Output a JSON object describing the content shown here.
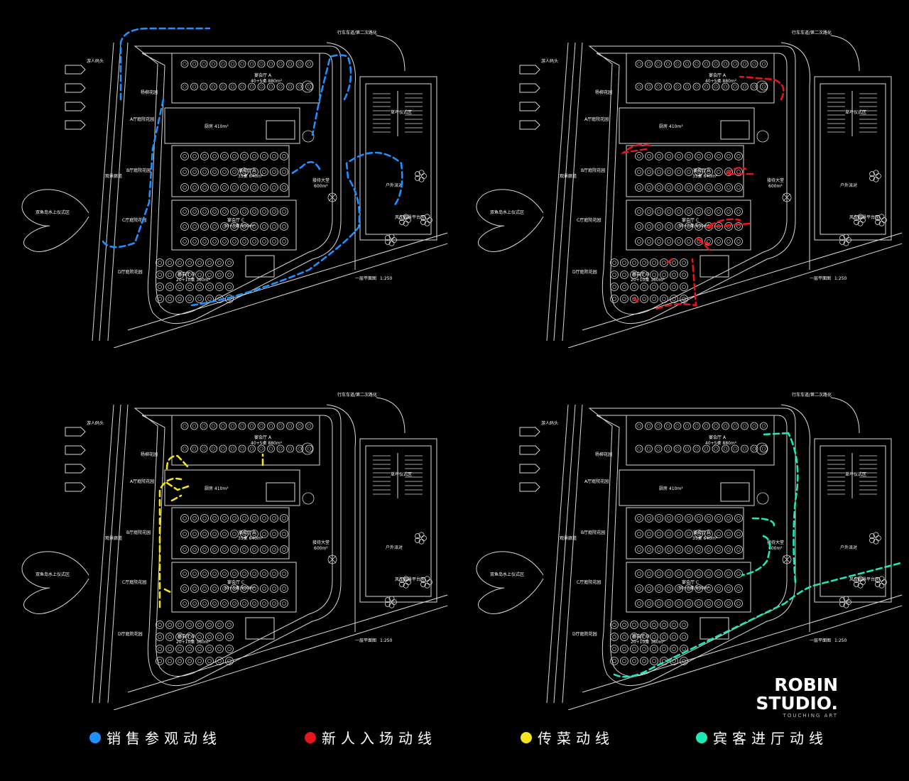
{
  "colors": {
    "sales": "#1e90ff",
    "newlywed": "#e8141a",
    "serving": "#f4e41c",
    "guest": "#1de9b6",
    "linework": "#d8d8d8"
  },
  "plan_labels": {
    "entrance_top": "行车车道/第二次路化",
    "pier": "游人码头",
    "garden_yard": "杨柳花园",
    "garden_a": "A厅庭院花园",
    "garden_b": "B厅庭院花园",
    "garden_c": "C厅庭院花园",
    "garden_d": "D厅庭院花园",
    "waterfront": "观景廊道",
    "island": "双鱼岛水上仪式区",
    "kitchen": "厨房 410m²",
    "hall_a": "宴会厅 A",
    "hall_a_spec": "40+5桌 880m²",
    "hall_b": "宴会厅 B",
    "hall_b_spec": "35桌 640m²",
    "hall_c": "宴会厅 C",
    "hall_c_spec": "30+5桌 600m²",
    "hall_d": "宴会厅 D",
    "hall_d_spec": "20+10桌 360m²",
    "lobby": "接待大堂",
    "lobby_area": "600m²",
    "lawn_ceremony": "草坪仪式区",
    "outdoor_party": "户外派对",
    "wind_deck": "风车观景平台区",
    "floor_plan": "一层平面图",
    "scale": "1:250"
  },
  "brand": {
    "name": "ROBIN STUDIO.",
    "tagline": "TOUCHING ART"
  },
  "legend": [
    {
      "label": "销售参观动线",
      "color_key": "sales"
    },
    {
      "label": "新人入场动线",
      "color_key": "newlywed"
    },
    {
      "label": "传菜动线",
      "color_key": "serving"
    },
    {
      "label": "宾客进厅动线",
      "color_key": "guest"
    }
  ]
}
